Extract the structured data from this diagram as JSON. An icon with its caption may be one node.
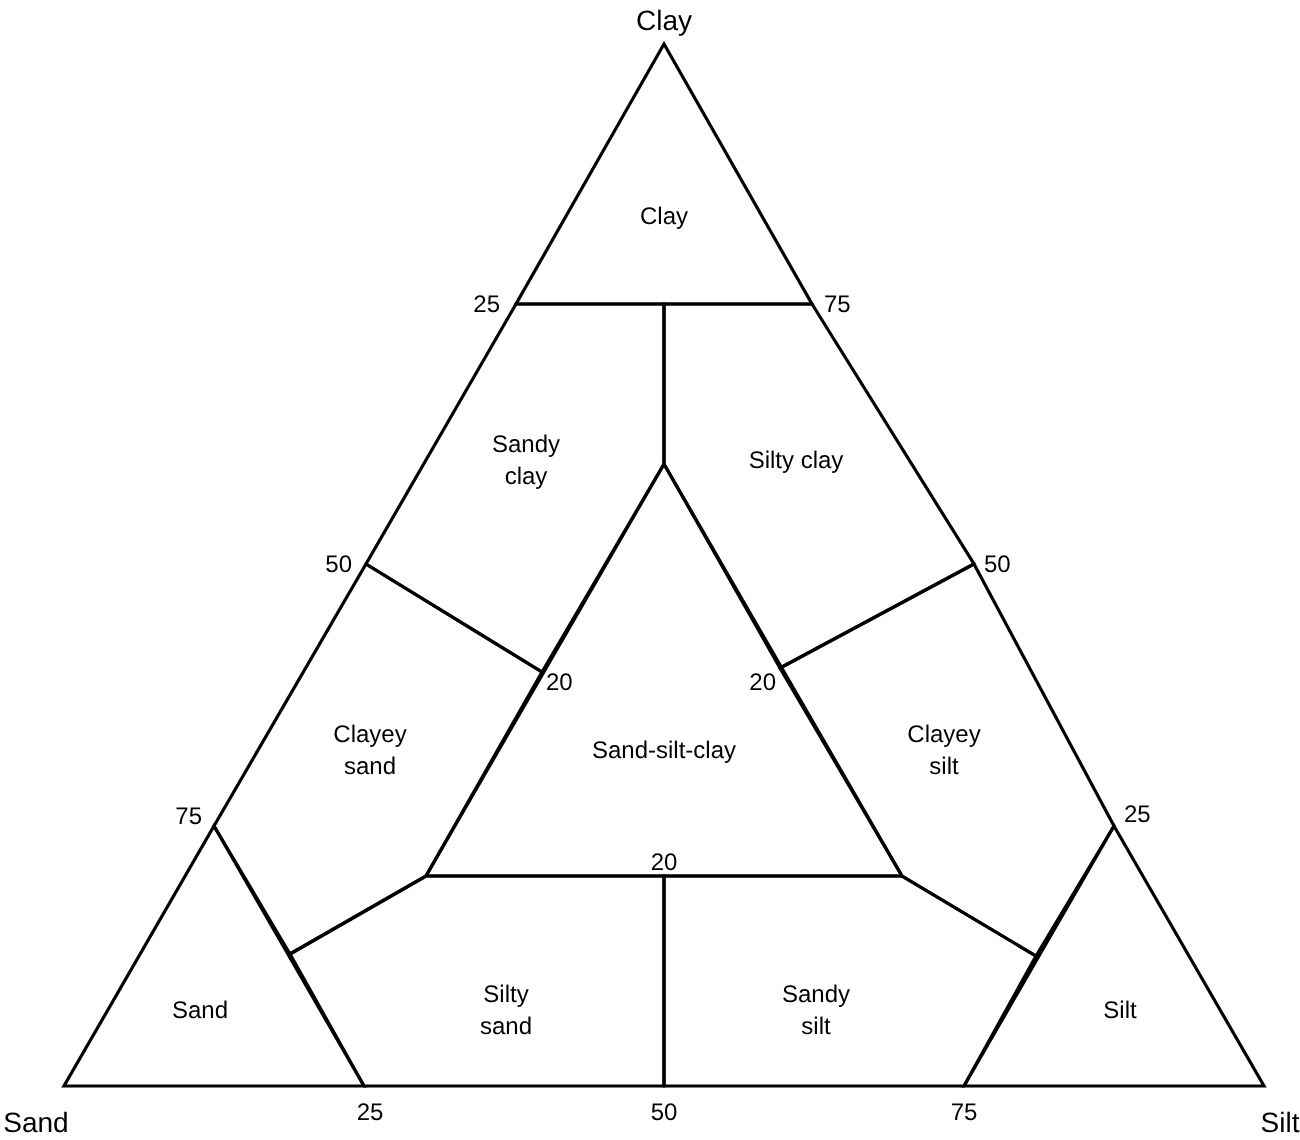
{
  "diagram": {
    "nodes": [
      {
        "text": [
          "Clay"
        ]
      },
      {
        "text": [
          "Sandy clay"
        ]
      },
      {
        "text": [
          "Silty clay"
        ]
      },
      {
        "text": [
          "Clayey sand"
        ]
      },
      {
        "text": [
          "Sand-silt-clay"
        ]
      },
      {
        "text": [
          "Clayey silt"
        ]
      },
      {
        "text": [
          "Sand"
        ]
      },
      {
        "text": [
          "Silty sand"
        ]
      },
      {
        "text": [
          "Sandy silt"
        ]
      },
      {
        "text": [
          "Silt"
        ]
      }
    ],
    "labels": [
      "Clay",
      "25",
      "75",
      "50",
      "50",
      "20",
      "20",
      "75",
      "25",
      "20",
      "Sand",
      "25",
      "50",
      "75",
      "Silt"
    ]
  }
}
